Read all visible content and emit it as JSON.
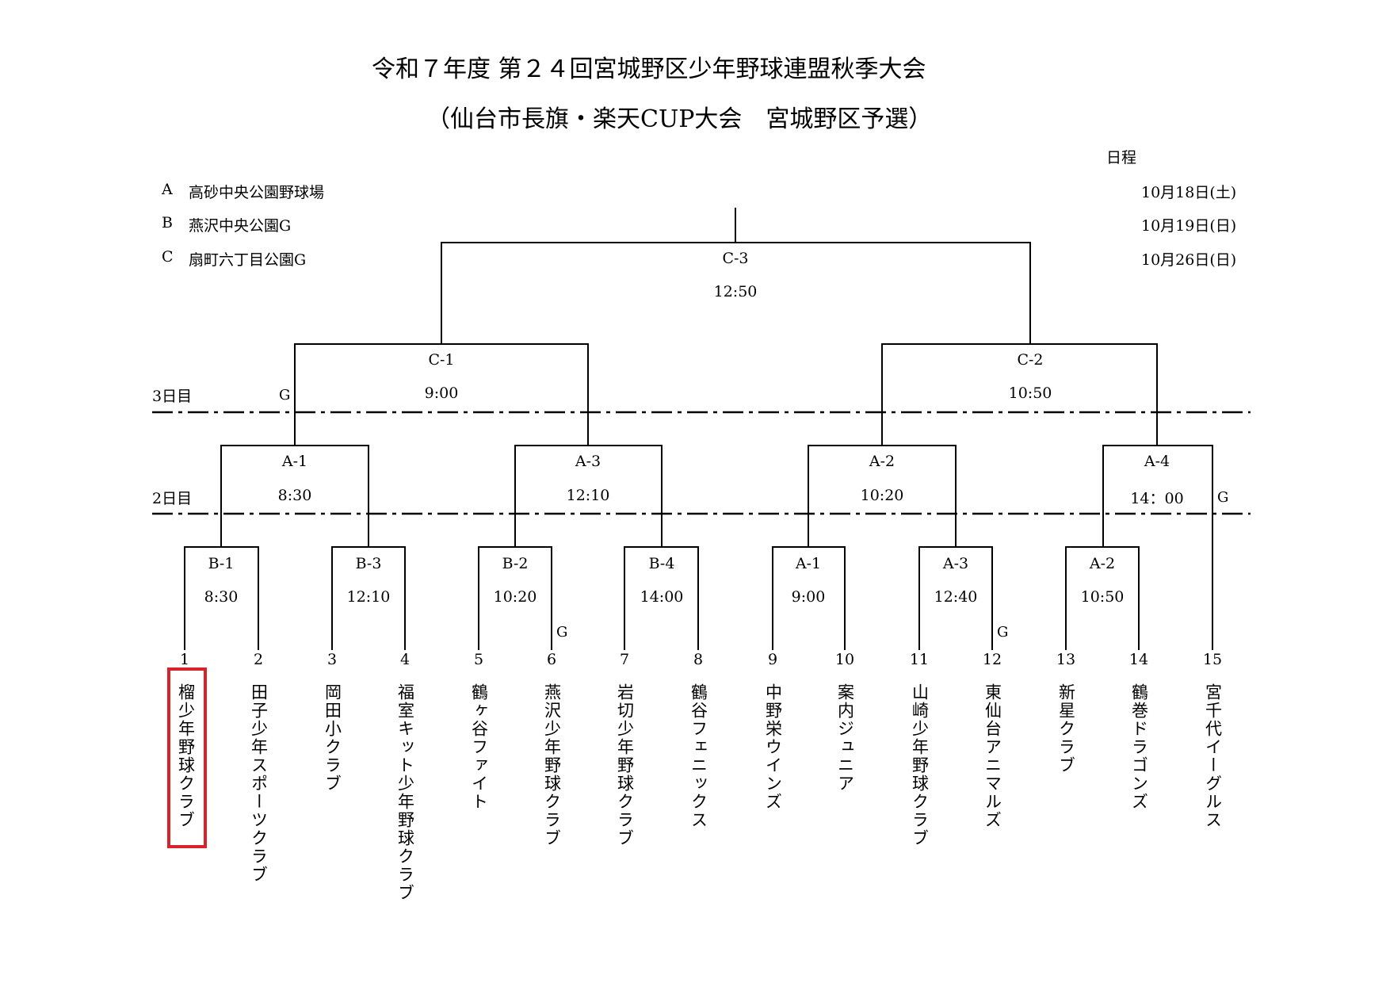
{
  "title_line1": "令和７年度 第２４回宮城野区少年野球連盟秋季大会",
  "title_line2": "（仙台市長旗・楽天CUP大会　宮城野区予選）",
  "schedule_header": "日程",
  "venues": [
    {
      "code": "A",
      "name": "高砂中央公園野球場",
      "date": "10月18日(土)"
    },
    {
      "code": "B",
      "name": "燕沢中央公園G",
      "date": "10月19日(日)"
    },
    {
      "code": "C",
      "name": "扇町六丁目公園G",
      "date": "10月26日(日)"
    }
  ],
  "day_labels": {
    "day3": "3日目",
    "day2": "2日目"
  },
  "g_mark": "G",
  "matches": {
    "c3": {
      "code": "C-3",
      "time": "12:50"
    },
    "c1": {
      "code": "C-1",
      "time": "9:00"
    },
    "c2": {
      "code": "C-2",
      "time": "10:50"
    },
    "a1_r2": {
      "code": "A-1",
      "time": "8:30"
    },
    "a3_r2": {
      "code": "A-3",
      "time": "12:10"
    },
    "a2_r2": {
      "code": "A-2",
      "time": "10:20"
    },
    "a4_r2": {
      "code": "A-4",
      "time": "14：00"
    },
    "b1": {
      "code": "B-1",
      "time": "8:30"
    },
    "b3": {
      "code": "B-3",
      "time": "12:10"
    },
    "b2": {
      "code": "B-2",
      "time": "10:20"
    },
    "b4": {
      "code": "B-4",
      "time": "14:00"
    },
    "a1_r1": {
      "code": "A-1",
      "time": "9:00"
    },
    "a3_r1": {
      "code": "A-3",
      "time": "12:40"
    },
    "a2_r1": {
      "code": "A-2",
      "time": "10:50"
    }
  },
  "teams": [
    {
      "num": "1",
      "name": "榴少年野球クラブ"
    },
    {
      "num": "2",
      "name": "田子少年スポーツクラブ"
    },
    {
      "num": "3",
      "name": "岡田小クラブ"
    },
    {
      "num": "4",
      "name": "福室キット少年野球クラブ"
    },
    {
      "num": "5",
      "name": "鶴ヶ谷ファイト"
    },
    {
      "num": "6",
      "name": "燕沢少年野球クラブ"
    },
    {
      "num": "7",
      "name": "岩切少年野球クラブ"
    },
    {
      "num": "8",
      "name": "鶴谷フェニックス"
    },
    {
      "num": "9",
      "name": "中野栄ウインズ"
    },
    {
      "num": "10",
      "name": "案内ジュニア"
    },
    {
      "num": "11",
      "name": "山崎少年野球クラブ"
    },
    {
      "num": "12",
      "name": "東仙台アニマルズ"
    },
    {
      "num": "13",
      "name": "新星クラブ"
    },
    {
      "num": "14",
      "name": "鶴巻ドラゴンズ"
    },
    {
      "num": "15",
      "name": "宮千代イーグルス"
    }
  ],
  "colors": {
    "line": "#000000",
    "highlight": "#d8232a"
  }
}
